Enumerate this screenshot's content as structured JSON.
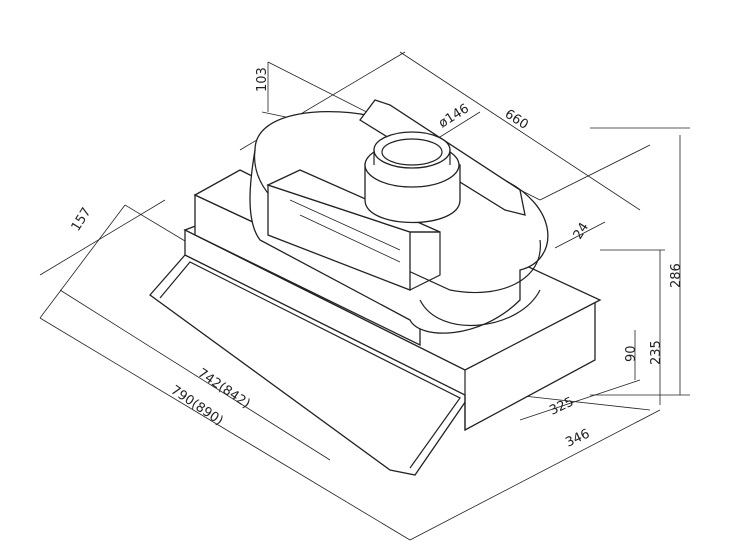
{
  "title": "Range hood dimension drawing",
  "dimensions": {
    "flange_height": "103",
    "duct_diameter": "ø146",
    "housing_length": "660",
    "front_depth": "157",
    "offset": "24",
    "total_height": "286",
    "body_height": "235",
    "front_height": "90",
    "inner_depth": "325",
    "outer_depth": "346",
    "inner_width": "742(842)",
    "outer_width": "790(890)"
  },
  "colors": {
    "line": "#222222",
    "background": "#ffffff"
  }
}
